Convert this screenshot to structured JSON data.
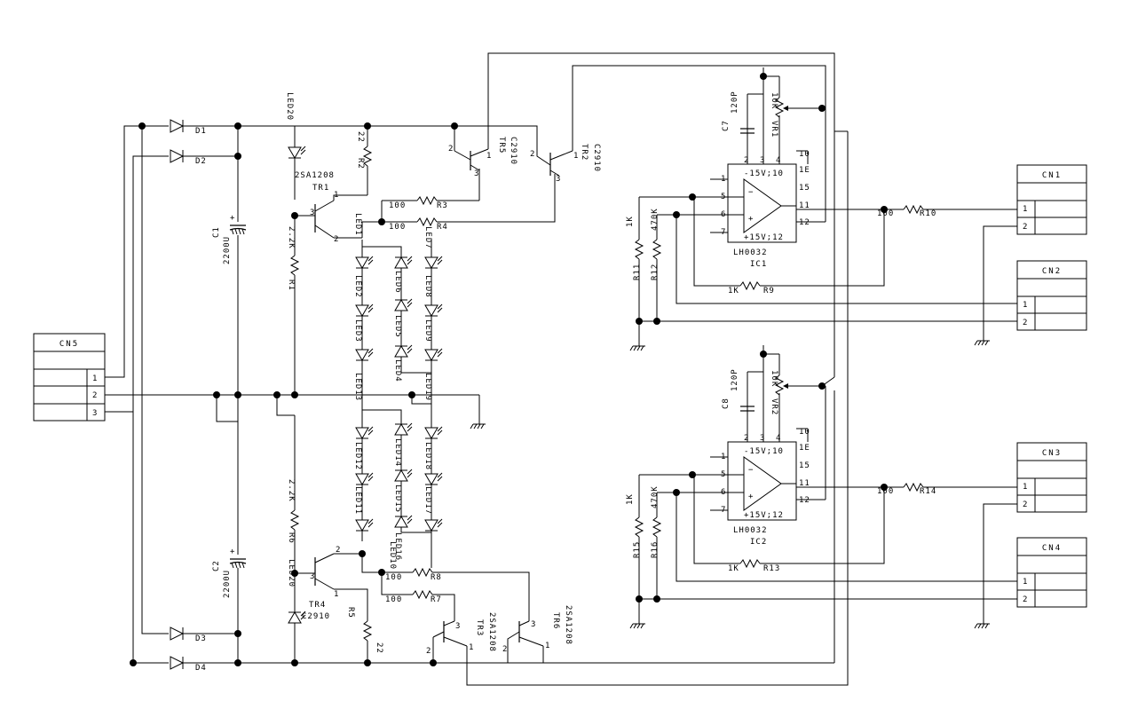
{
  "connectors": {
    "cn1": {
      "name": "CN1",
      "pins": [
        "1",
        "2"
      ]
    },
    "cn2": {
      "name": "CN2",
      "pins": [
        "1",
        "2"
      ]
    },
    "cn3": {
      "name": "CN3",
      "pins": [
        "1",
        "2"
      ]
    },
    "cn4": {
      "name": "CN4",
      "pins": [
        "1",
        "2"
      ]
    },
    "cn5": {
      "name": "CN5",
      "pins": [
        "1",
        "2",
        "3"
      ]
    }
  },
  "diodes": [
    "D1",
    "D2",
    "D3",
    "D4"
  ],
  "capacitors": {
    "c1": {
      "name": "C1",
      "value": "2200U"
    },
    "c2": {
      "name": "C2",
      "value": "2200U"
    },
    "c7": {
      "name": "C7",
      "value": "120P"
    },
    "c8": {
      "name": "C8",
      "value": "120P"
    }
  },
  "transistors": {
    "tr1": {
      "name": "TR1",
      "part": "2SA1208"
    },
    "tr2": {
      "name": "TR2",
      "part": "C2910"
    },
    "tr3": {
      "name": "TR3",
      "part": "2SA1208"
    },
    "tr4": {
      "name": "TR4",
      "part": "C2910"
    },
    "tr5": {
      "name": "TR5",
      "part": "C2910"
    },
    "tr6": {
      "name": "TR6",
      "part": "2SA1208"
    }
  },
  "resistors": {
    "r1": {
      "name": "R1",
      "value": "2.2K"
    },
    "r2": {
      "name": "R2",
      "value": "22"
    },
    "r3": {
      "name": "R3",
      "value": "100"
    },
    "r4": {
      "name": "R4",
      "value": "100"
    },
    "r5": {
      "name": "R5",
      "value": "22"
    },
    "r6": {
      "name": "R6",
      "value": "2.2K"
    },
    "r7": {
      "name": "R7",
      "value": "100"
    },
    "r8": {
      "name": "R8",
      "value": "100"
    },
    "r9": {
      "name": "R9",
      "value": "1K"
    },
    "r10": {
      "name": "R10",
      "value": "100"
    },
    "r11": {
      "name": "R11",
      "value": "1K"
    },
    "r12": {
      "name": "R12",
      "value": "470K"
    },
    "r13": {
      "name": "R13",
      "value": "1K"
    },
    "r14": {
      "name": "R14",
      "value": "100"
    },
    "r15": {
      "name": "R15",
      "value": "1K"
    },
    "r16": {
      "name": "R16",
      "value": "470K"
    }
  },
  "pots": {
    "vr1": {
      "name": "VR1",
      "value": "10K"
    },
    "vr2": {
      "name": "VR2",
      "value": "10K"
    }
  },
  "ics": {
    "ic1": {
      "name": "IC1",
      "part": "LH0032",
      "top": "-15V;10",
      "bottom": "+15V;12"
    },
    "ic2": {
      "name": "IC2",
      "part": "LH0032",
      "top": "-15V;10",
      "bottom": "+15V;12"
    }
  },
  "ic_pins": {
    "p1": "1",
    "p2": "2",
    "p3": "3",
    "p4": "4",
    "p5": "5",
    "p6": "6",
    "p7": "7",
    "p10": "10",
    "p11": "11",
    "p12": "12",
    "p15": "15",
    "p1e": "1E"
  },
  "leds": [
    "LED1",
    "LED2",
    "LED3",
    "LED4",
    "LED5",
    "LED6",
    "LED7",
    "LED8",
    "LED9",
    "LED10",
    "LED11",
    "LED12",
    "LED13",
    "LED14",
    "LED15",
    "LED16",
    "LED17",
    "LED18",
    "LED19",
    "LED20"
  ],
  "tr_pins": {
    "e": "1",
    "b": "2",
    "c": "3"
  }
}
